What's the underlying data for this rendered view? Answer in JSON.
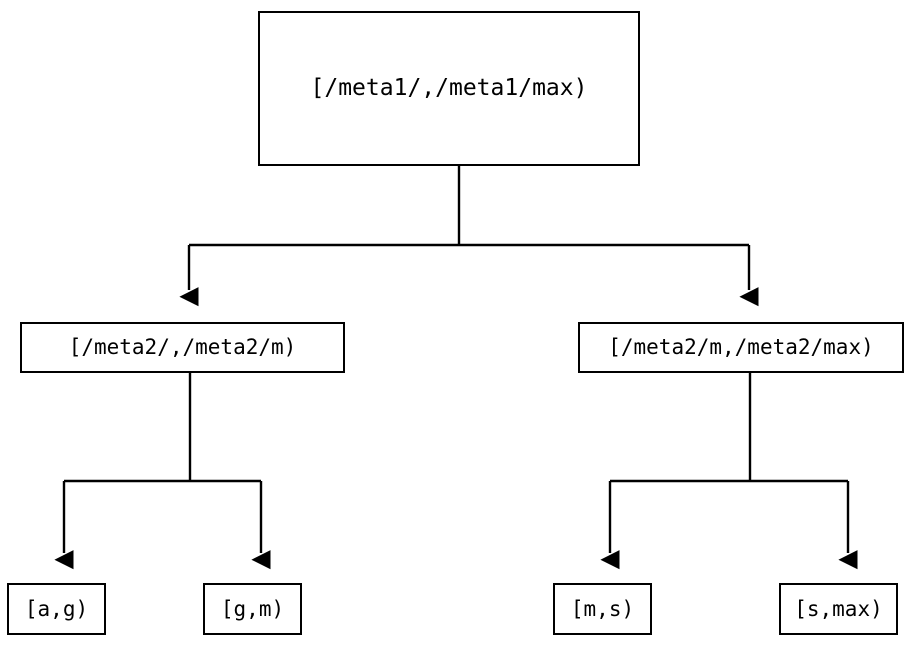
{
  "diagram": {
    "type": "range-partition-tree",
    "background_color": "#ffffff",
    "line_color": "#000000",
    "text_color": "#000000",
    "root": {
      "id": "root",
      "label": "[/meta1/,/meta1/max)"
    },
    "level2": [
      {
        "id": "mid-left",
        "label": "[/meta2/,/meta2/m)"
      },
      {
        "id": "mid-right",
        "label": "[/meta2/m,/meta2/max)"
      }
    ],
    "leaves": [
      {
        "id": "leaf-a-g",
        "label": "[a,g)"
      },
      {
        "id": "leaf-g-m",
        "label": "[g,m)"
      },
      {
        "id": "leaf-m-s",
        "label": "[m,s)"
      },
      {
        "id": "leaf-s-max",
        "label": "[s,max)"
      }
    ]
  }
}
